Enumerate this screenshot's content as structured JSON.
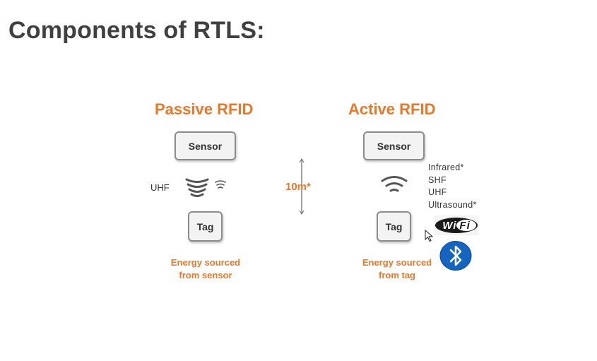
{
  "slide": {
    "title": "Components of RTLS:"
  },
  "passive": {
    "heading": "Passive RFID",
    "sensor_label": "Sensor",
    "tag_label": "Tag",
    "frequency_label": "UHF",
    "energy_line1": "Energy sourced",
    "energy_line2": "from sensor"
  },
  "distance": {
    "label": "10m*"
  },
  "active": {
    "heading": "Active RFID",
    "sensor_label": "Sensor",
    "tag_label": "Tag",
    "technologies": [
      "Infrared*",
      "SHF",
      "UHF",
      "Ultrasound*"
    ],
    "wifi_text": "WiFi",
    "energy_line1": "Energy sourced",
    "energy_line2": "from tag"
  },
  "colors": {
    "accent": "#e8782a",
    "bluetooth": "#1565c0",
    "text": "#404040"
  }
}
